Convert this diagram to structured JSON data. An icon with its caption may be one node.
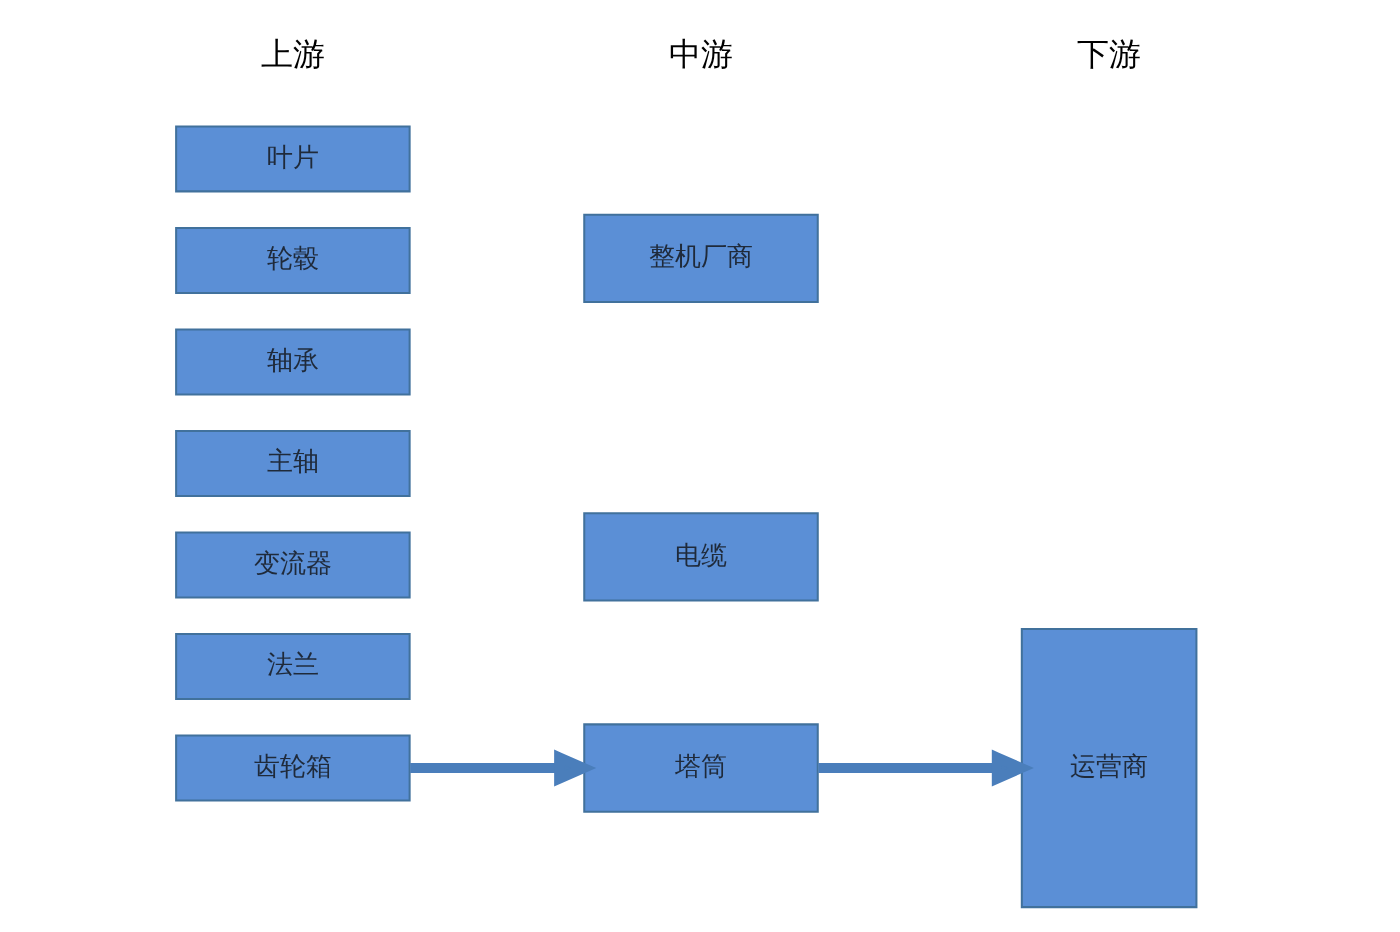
{
  "diagram": {
    "nodes": [
      {
        "text": [
          "叶片"
        ]
      },
      {
        "text": [
          "轮毂"
        ]
      },
      {
        "text": [
          "轴承"
        ]
      },
      {
        "text": [
          "齿轮箱"
        ]
      },
      {
        "text": [
          "主轴"
        ]
      },
      {
        "text": [
          "变流器"
        ]
      },
      {
        "text": [
          "法兰"
        ]
      },
      {
        "text": [
          "整机厂商"
        ]
      },
      {
        "text": [
          "塔筒"
        ]
      },
      {
        "text": [
          "电缆"
        ]
      },
      {
        "text": [
          "运营商"
        ]
      }
    ],
    "edges": [
      {
        "from": 3,
        "to": 8,
        "arrow": "to"
      },
      {
        "from": 8,
        "to": 10,
        "arrow": "to"
      }
    ],
    "labels": [
      "上游",
      "中游",
      "下游"
    ]
  }
}
